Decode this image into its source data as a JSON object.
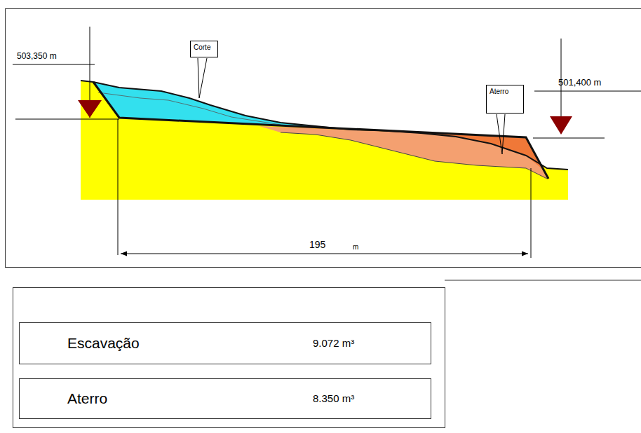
{
  "diagram": {
    "nodes": [
      {
        "text": [
          "Corte"
        ]
      },
      {
        "text": [
          "Aterro"
        ]
      },
      {
        "text": [
          "Escavação",
          "9.072 m³"
        ]
      },
      {
        "text": [
          "Aterro",
          "8.350 m³"
        ]
      }
    ],
    "labels": [
      "503,350 m",
      "501,400 m",
      "195",
      "m"
    ]
  }
}
